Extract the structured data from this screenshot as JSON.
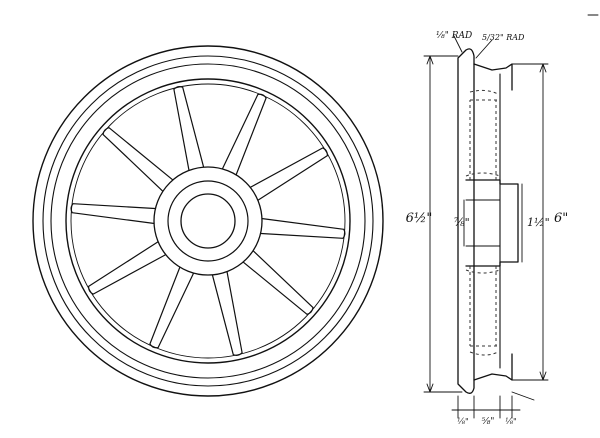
{
  "labels": {
    "rad_top": "⅛\" RAD",
    "rad_fillet": "5/32\" RAD",
    "dia_outer": "6½\"",
    "dia_tread": "6\"",
    "bore": "⅞\"",
    "hub_dia": "1½\"",
    "width_flange": "⅛\"",
    "width_hub": "⅝\"",
    "width_rim": "⅛\""
  },
  "wheel": {
    "spoke_count": 10
  },
  "colors": {
    "ink": "#111111",
    "paper": "#ffffff"
  }
}
